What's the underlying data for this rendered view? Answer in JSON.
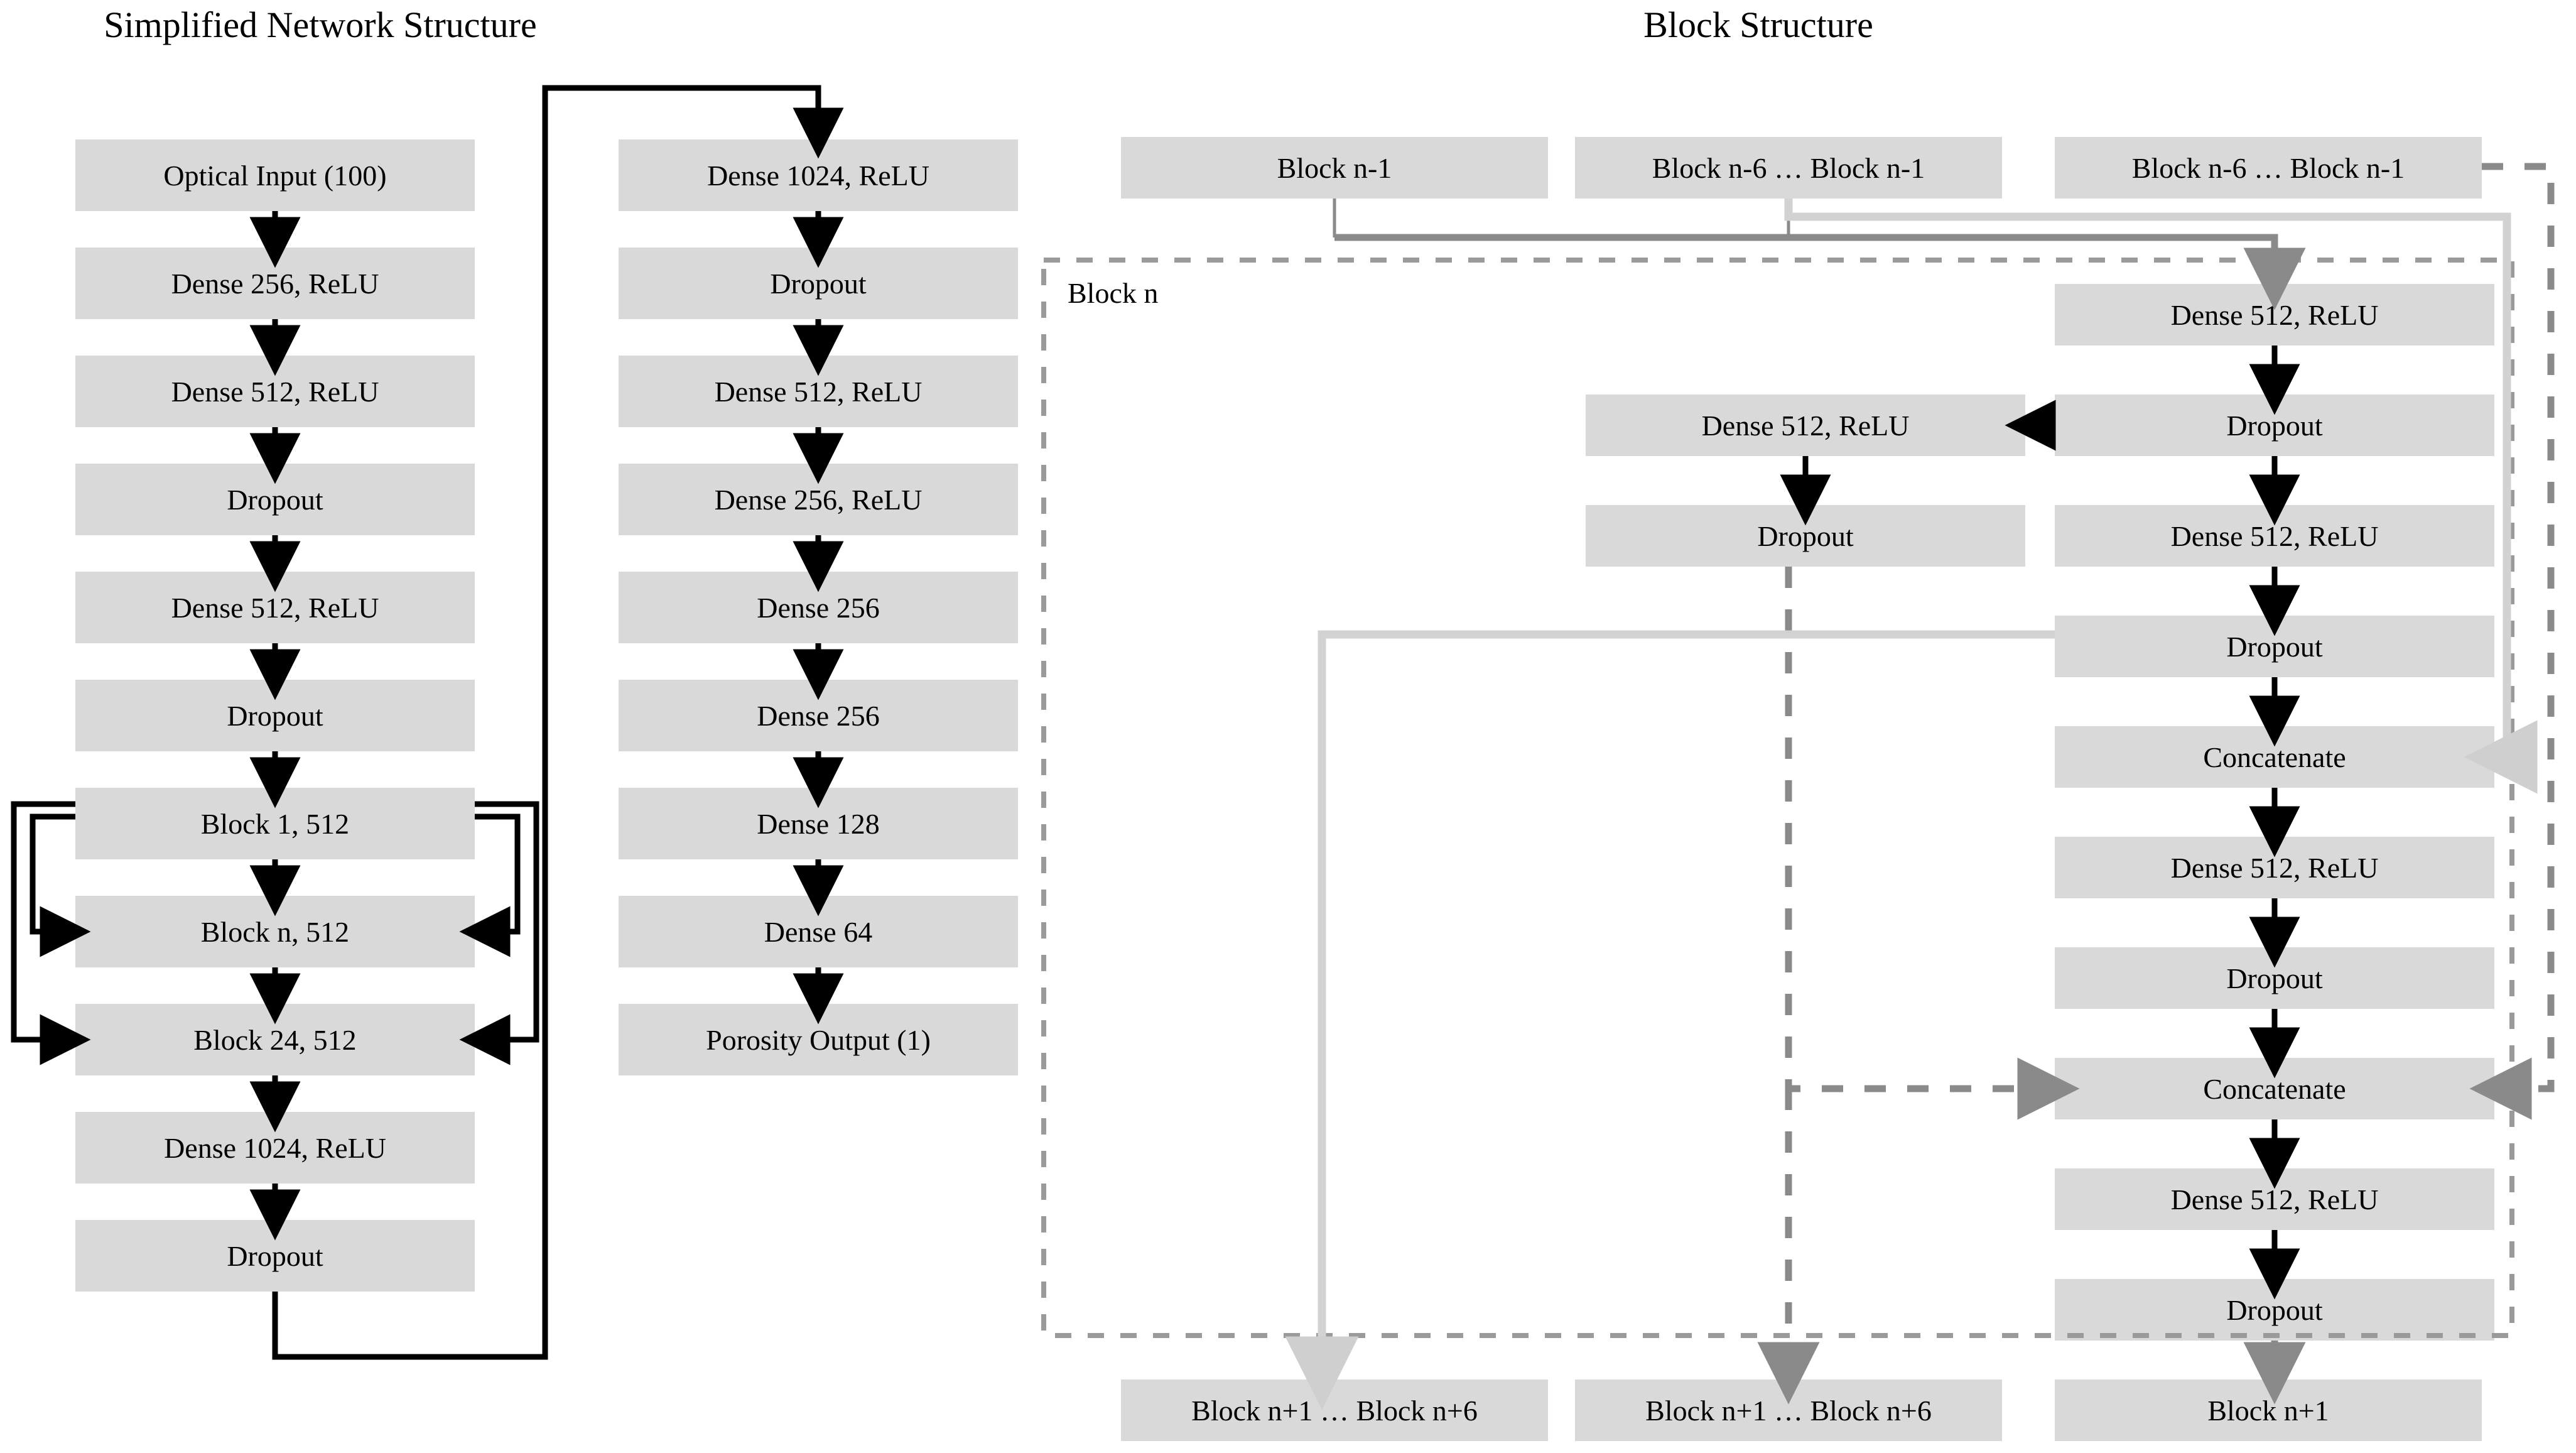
{
  "panels": {
    "left": {
      "title": "Simplified Network Structure"
    },
    "right": {
      "title": "Block Structure",
      "block_label": "Block n"
    }
  },
  "colors": {
    "node_fill": "#d9d9d9",
    "text": "#000000",
    "arrow_black": "#000000",
    "wire_gray_dark": "#808080",
    "wire_gray_light": "#d2d2d2",
    "dashed_border": "#9a9a9a"
  },
  "left_panel": {
    "column_1": [
      {
        "label": "Optical Input (100)"
      },
      {
        "label": "Dense 256, ReLU"
      },
      {
        "label": "Dense 512, ReLU"
      },
      {
        "label": "Dropout"
      },
      {
        "label": "Dense 512, ReLU"
      },
      {
        "label": "Dropout"
      },
      {
        "label": "Block 1, 512"
      },
      {
        "label": "Block n, 512"
      },
      {
        "label": "Block 24, 512"
      },
      {
        "label": "Dense 1024, ReLU"
      },
      {
        "label": "Dropout"
      }
    ],
    "column_2": [
      {
        "label": "Dense 1024, ReLU"
      },
      {
        "label": "Dropout"
      },
      {
        "label": "Dense 512, ReLU"
      },
      {
        "label": "Dense 256, ReLU"
      },
      {
        "label": "Dense 256"
      },
      {
        "label": "Dense 256"
      },
      {
        "label": "Dense 128"
      },
      {
        "label": "Dense 64"
      },
      {
        "label": "Porosity Output (1)"
      }
    ]
  },
  "right_panel": {
    "top_row": [
      {
        "label": "Block n-1"
      },
      {
        "label": "Block n-6 … Block n-1"
      },
      {
        "label": "Block n-6 … Block n-1"
      }
    ],
    "middle_column": [
      {
        "label": "Dense 512, ReLU"
      },
      {
        "label": "Dropout"
      }
    ],
    "right_column": [
      {
        "label": "Dense 512, ReLU"
      },
      {
        "label": "Dropout"
      },
      {
        "label": "Dense 512, ReLU"
      },
      {
        "label": "Dropout"
      },
      {
        "label": "Concatenate"
      },
      {
        "label": "Dense 512, ReLU"
      },
      {
        "label": "Dropout"
      },
      {
        "label": "Concatenate"
      },
      {
        "label": "Dense 512, ReLU"
      },
      {
        "label": "Dropout"
      }
    ],
    "bottom_row": [
      {
        "label": "Block n+1 … Block n+6"
      },
      {
        "label": "Block n+1 … Block n+6"
      },
      {
        "label": "Block n+1"
      }
    ]
  }
}
